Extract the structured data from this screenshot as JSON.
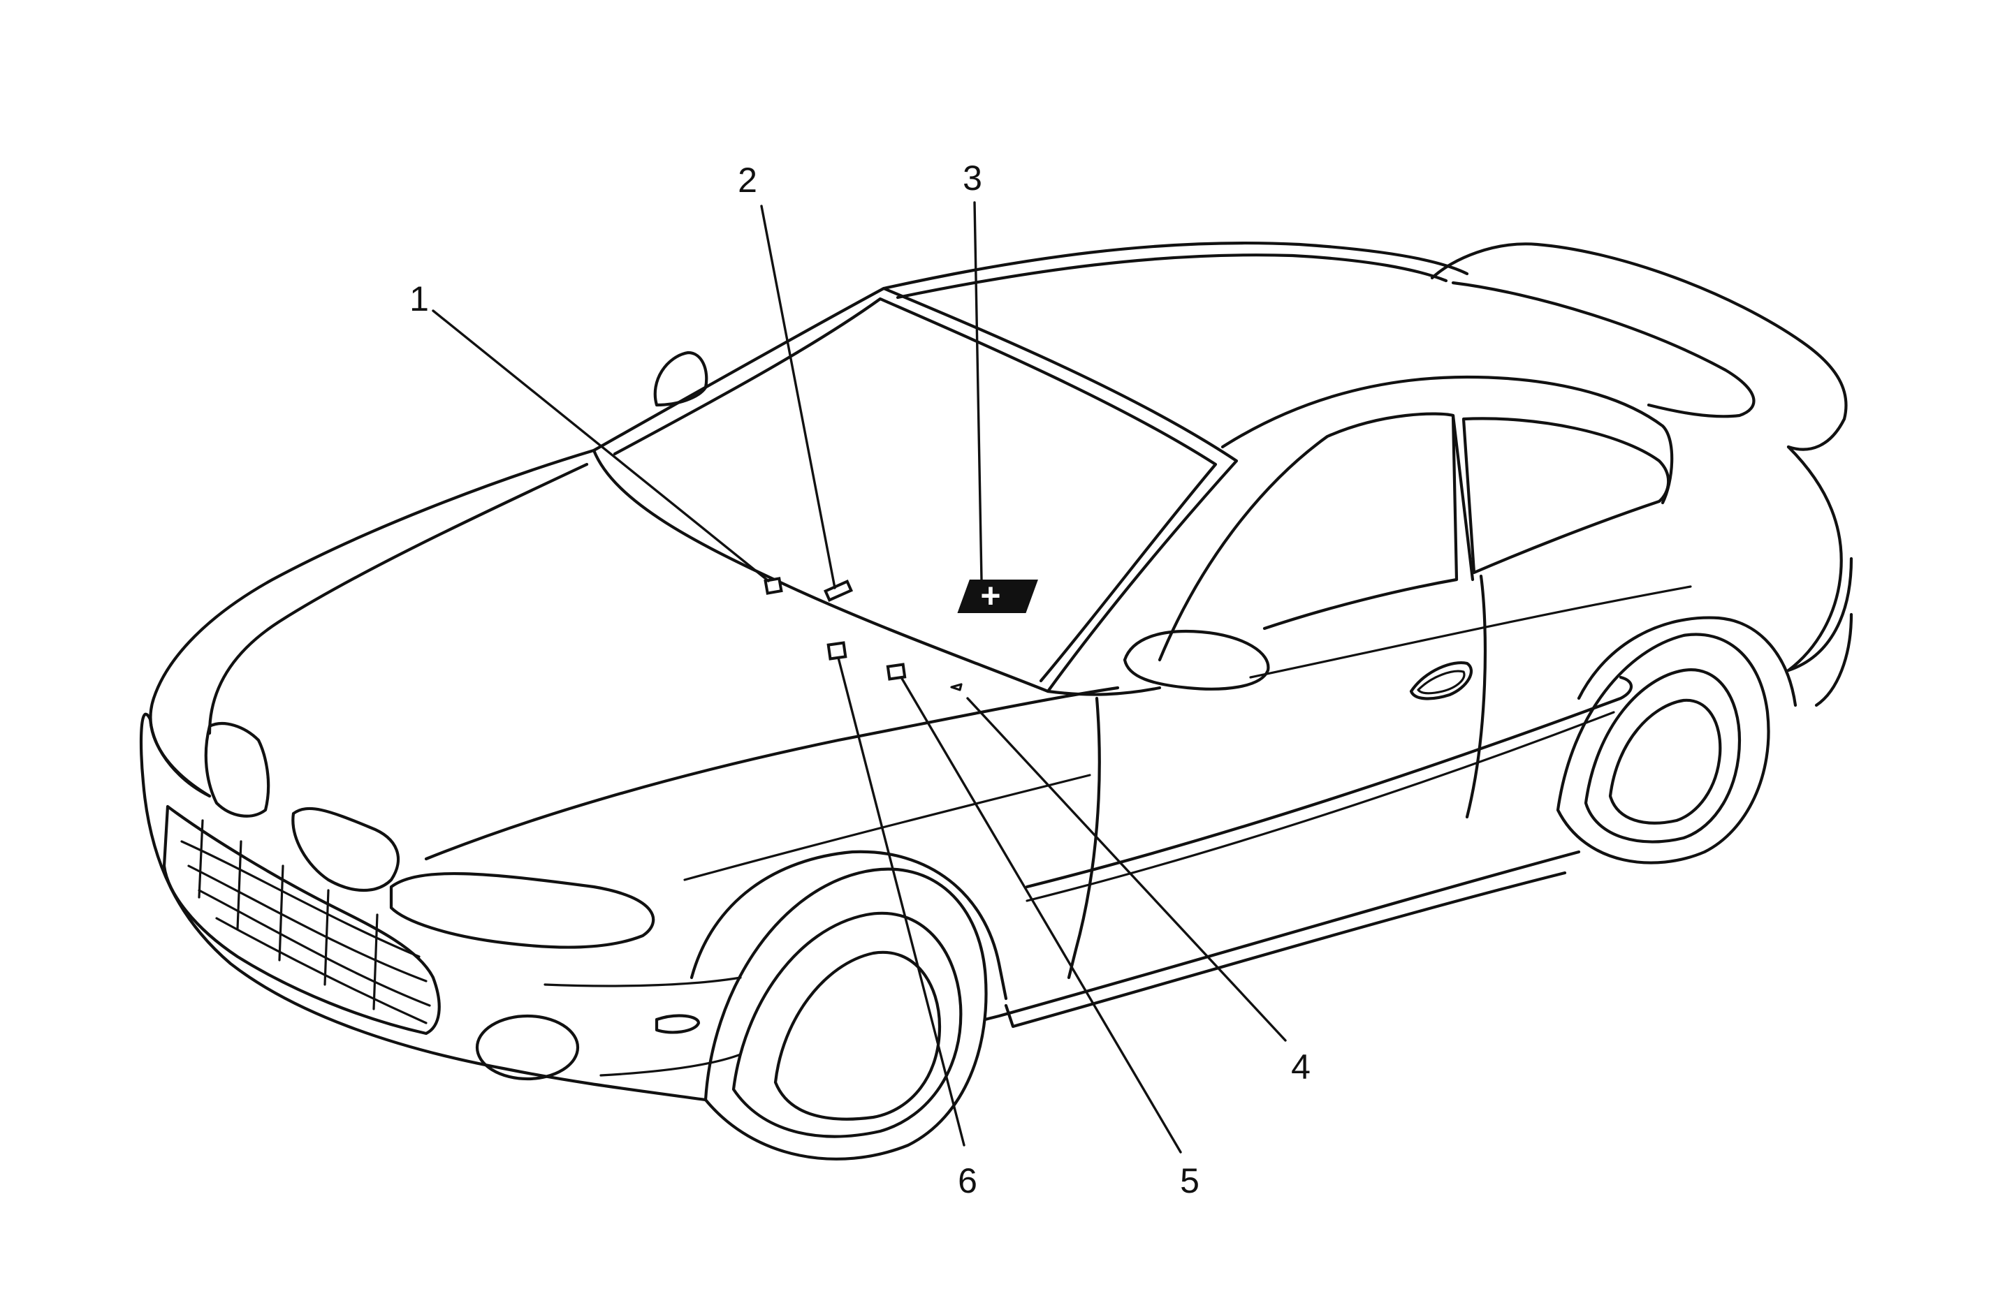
{
  "callouts": [
    {
      "id": "1",
      "label": "1"
    },
    {
      "id": "2",
      "label": "2"
    },
    {
      "id": "3",
      "label": "3"
    },
    {
      "id": "4",
      "label": "4"
    },
    {
      "id": "5",
      "label": "5"
    },
    {
      "id": "6",
      "label": "6"
    }
  ],
  "icons": {
    "label_3": "plus-sign-icon"
  }
}
